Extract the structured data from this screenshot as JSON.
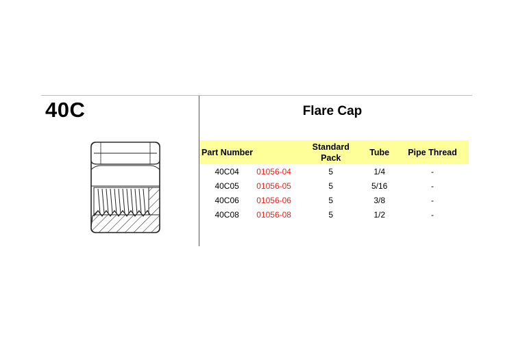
{
  "model_code": "40C",
  "product_title": "Flare Cap",
  "table": {
    "headers": {
      "part_number": "Part Number",
      "standard_pack_line1": "Standard",
      "standard_pack_line2": "Pack",
      "tube": "Tube",
      "pipe_thread": "Pipe Thread"
    },
    "rows": [
      {
        "part": "40C04",
        "ref": "01056-04",
        "pack": "5",
        "tube": "1/4",
        "thread": "-"
      },
      {
        "part": "40C05",
        "ref": "01056-05",
        "pack": "5",
        "tube": "5/16",
        "thread": "-"
      },
      {
        "part": "40C06",
        "ref": "01056-06",
        "pack": "5",
        "tube": "3/8",
        "thread": "-"
      },
      {
        "part": "40C08",
        "ref": "01056-08",
        "pack": "5",
        "tube": "1/2",
        "thread": "-"
      }
    ]
  },
  "colors": {
    "header_fill": "#ffff99",
    "reference_number": "#e8211b"
  },
  "icons": {
    "drawing": "flare-cap-cross-section-drawing"
  }
}
